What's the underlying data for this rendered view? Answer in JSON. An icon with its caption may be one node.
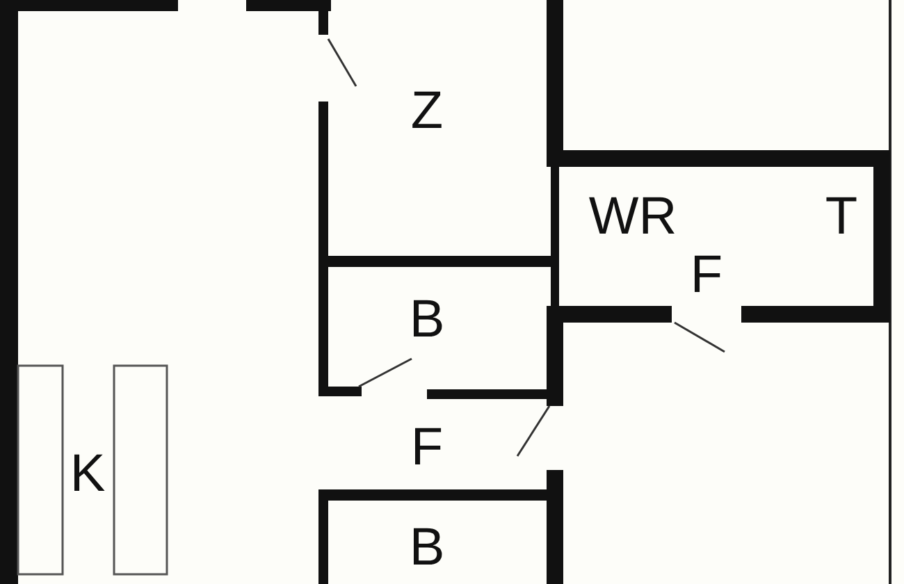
{
  "diagram": {
    "labels": [
      "Z",
      "WR",
      "T",
      "F",
      "B",
      "F",
      "K",
      "B"
    ]
  }
}
